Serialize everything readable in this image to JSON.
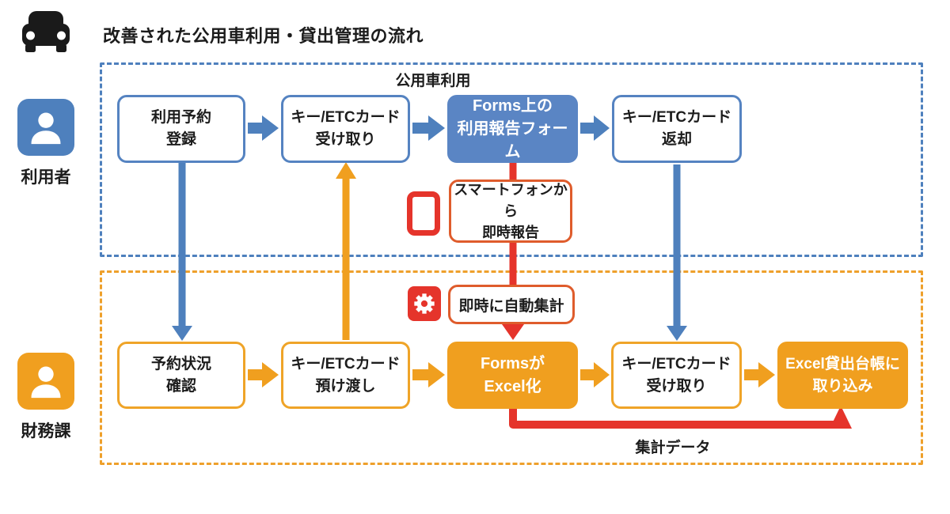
{
  "header": {
    "title": "改善された公用車利用・貸出管理の流れ"
  },
  "lanes": {
    "user": {
      "actor": "利用者",
      "region_label": "公用車利用"
    },
    "finance": {
      "actor": "財務課",
      "data_label": "集計データ"
    }
  },
  "flow": {
    "top": [
      {
        "label": "利用予約\n登録",
        "style": "outline-blue"
      },
      {
        "label": "キー/ETCカード\n受け取り",
        "style": "outline-blue"
      },
      {
        "label": "Forms上の\n利用報告フォーム",
        "style": "fill-blue"
      },
      {
        "label": "キー/ETCカード\n返却",
        "style": "outline-blue"
      }
    ],
    "bottom": [
      {
        "label": "予約状況\n確認",
        "style": "outline-orange"
      },
      {
        "label": "キー/ETCカード\n預け渡し",
        "style": "outline-orange"
      },
      {
        "label": "Formsが\nExcel化",
        "style": "fill-orange"
      },
      {
        "label": "キー/ETCカード\n受け取り",
        "style": "outline-orange"
      },
      {
        "label": "Excel貸出台帳に\n取り込み",
        "style": "fill-orange"
      }
    ],
    "callouts": [
      {
        "icon": "smartphone-icon",
        "label": "スマートフォンから\n即時報告"
      },
      {
        "icon": "gear-icon",
        "label": "即時に自動集計"
      }
    ]
  },
  "colors": {
    "blue": "#4e80bd",
    "blue_fill": "#5a85c4",
    "orange": "#f09f1f",
    "orange_dash": "#eea02b",
    "red": "#e5342b",
    "callout_border": "#df5c2c",
    "icon_black": "#1a1a1a"
  }
}
